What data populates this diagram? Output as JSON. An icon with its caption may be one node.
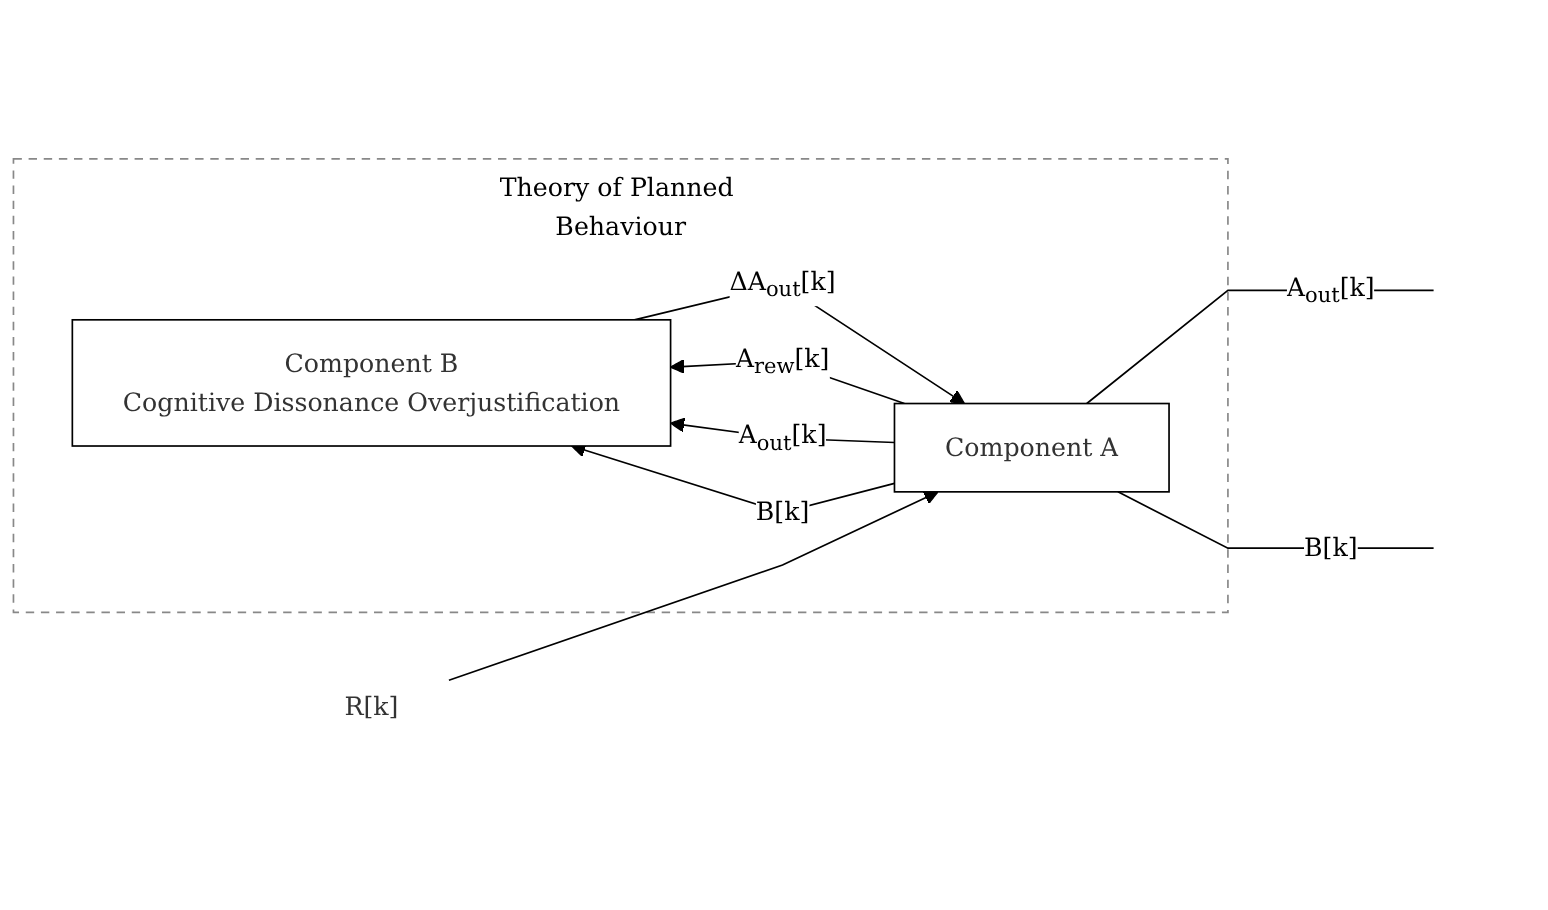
{
  "diagram": {
    "nodes": [
      {
        "text": [
          "Theory of Planned Behaviour"
        ]
      },
      {
        "text": [
          "Component B",
          "Cognitive Dissonance Overjustification"
        ],
        "in": 0
      },
      {
        "text": [
          "Component A"
        ],
        "in": 0
      },
      {
        "text": [
          "R[k]"
        ]
      }
    ],
    "edges": [
      {
        "from": 1,
        "to": 2,
        "arrow": "to",
        "label": "ΔA$_{out}$[k]"
      },
      {
        "from": 2,
        "to": 1,
        "arrow": "to",
        "label": "A$_{rew}$[k]"
      },
      {
        "from": 2,
        "to": 1,
        "arrow": "to",
        "label": "A$_{out}$[k]"
      },
      {
        "from": 2,
        "to": 1,
        "arrow": "to",
        "label": "B[k]"
      },
      {
        "from": 3,
        "to": 2,
        "arrow": "to"
      },
      {
        "from": 2,
        "to": null,
        "arrow": "none",
        "label": "A$_{out}$[k]"
      },
      {
        "from": 2,
        "to": null,
        "arrow": "none",
        "label": "B[k]"
      }
    ]
  }
}
